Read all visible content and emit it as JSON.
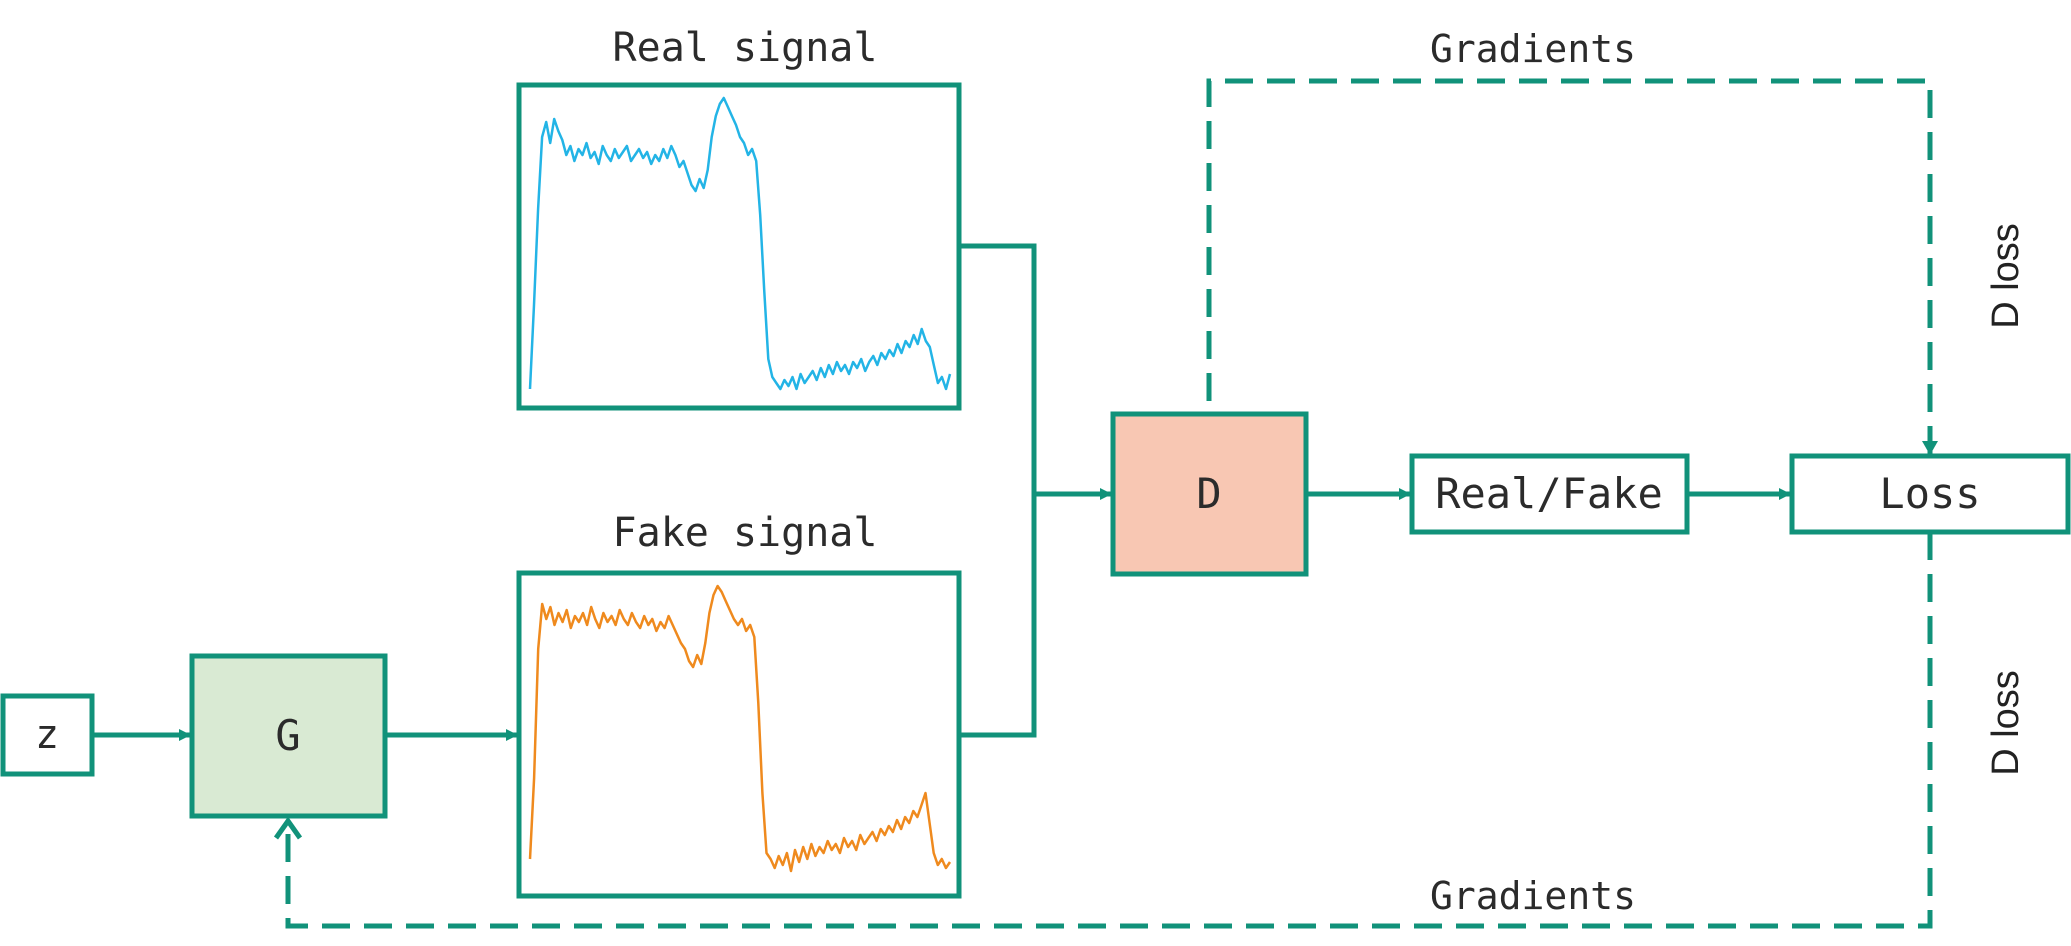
{
  "colors": {
    "stroke": "#11927a",
    "generator_fill": "#d9ead3",
    "discriminator_fill": "#f8c7b3",
    "real_signal": "#23b4e6",
    "fake_signal": "#ef8a1e",
    "text": "#2b2b2b"
  },
  "nodes": {
    "z": "z",
    "generator": "G",
    "discriminator": "D",
    "real_fake": "Real/Fake",
    "loss": "Loss"
  },
  "labels": {
    "real_signal": "Real signal",
    "fake_signal": "Fake signal",
    "gradients_top": "Gradients",
    "gradients_bottom": "Gradients",
    "d_loss_top": "D loss",
    "d_loss_bottom": "D loss"
  },
  "chart_data": [
    {
      "type": "line",
      "title": "Real signal",
      "series": [
        {
          "values": [
            0.02,
            0.3,
            0.62,
            0.86,
            0.91,
            0.84,
            0.92,
            0.88,
            0.85,
            0.8,
            0.83,
            0.78,
            0.82,
            0.8,
            0.84,
            0.79,
            0.81,
            0.77,
            0.83,
            0.8,
            0.78,
            0.82,
            0.79,
            0.81,
            0.83,
            0.78,
            0.8,
            0.82,
            0.79,
            0.81,
            0.77,
            0.8,
            0.78,
            0.82,
            0.79,
            0.83,
            0.8,
            0.76,
            0.78,
            0.74,
            0.7,
            0.68,
            0.72,
            0.69,
            0.75,
            0.86,
            0.93,
            0.97,
            0.99,
            0.96,
            0.93,
            0.9,
            0.86,
            0.84,
            0.8,
            0.82,
            0.78,
            0.6,
            0.35,
            0.12,
            0.06,
            0.04,
            0.02,
            0.05,
            0.03,
            0.06,
            0.02,
            0.07,
            0.04,
            0.06,
            0.08,
            0.05,
            0.09,
            0.06,
            0.1,
            0.07,
            0.11,
            0.08,
            0.1,
            0.07,
            0.11,
            0.09,
            0.12,
            0.08,
            0.11,
            0.13,
            0.1,
            0.14,
            0.12,
            0.15,
            0.13,
            0.17,
            0.14,
            0.18,
            0.16,
            0.2,
            0.17,
            0.22,
            0.18,
            0.16,
            0.1,
            0.04,
            0.06,
            0.02,
            0.07
          ]
        }
      ]
    },
    {
      "type": "line",
      "title": "Fake signal",
      "series": [
        {
          "values": [
            0.08,
            0.35,
            0.78,
            0.93,
            0.88,
            0.92,
            0.86,
            0.9,
            0.87,
            0.91,
            0.85,
            0.89,
            0.87,
            0.9,
            0.86,
            0.92,
            0.88,
            0.85,
            0.9,
            0.87,
            0.89,
            0.86,
            0.91,
            0.88,
            0.86,
            0.9,
            0.87,
            0.85,
            0.89,
            0.86,
            0.88,
            0.84,
            0.87,
            0.85,
            0.89,
            0.86,
            0.83,
            0.8,
            0.78,
            0.74,
            0.72,
            0.76,
            0.73,
            0.8,
            0.9,
            0.96,
            0.99,
            0.97,
            0.94,
            0.91,
            0.88,
            0.86,
            0.88,
            0.84,
            0.86,
            0.82,
            0.6,
            0.3,
            0.1,
            0.08,
            0.05,
            0.09,
            0.06,
            0.1,
            0.04,
            0.11,
            0.07,
            0.12,
            0.08,
            0.13,
            0.09,
            0.12,
            0.1,
            0.14,
            0.11,
            0.13,
            0.1,
            0.15,
            0.12,
            0.14,
            0.11,
            0.16,
            0.13,
            0.15,
            0.17,
            0.14,
            0.18,
            0.16,
            0.19,
            0.17,
            0.21,
            0.18,
            0.22,
            0.2,
            0.24,
            0.22,
            0.26,
            0.3,
            0.2,
            0.1,
            0.06,
            0.08,
            0.05,
            0.07
          ]
        }
      ]
    }
  ]
}
